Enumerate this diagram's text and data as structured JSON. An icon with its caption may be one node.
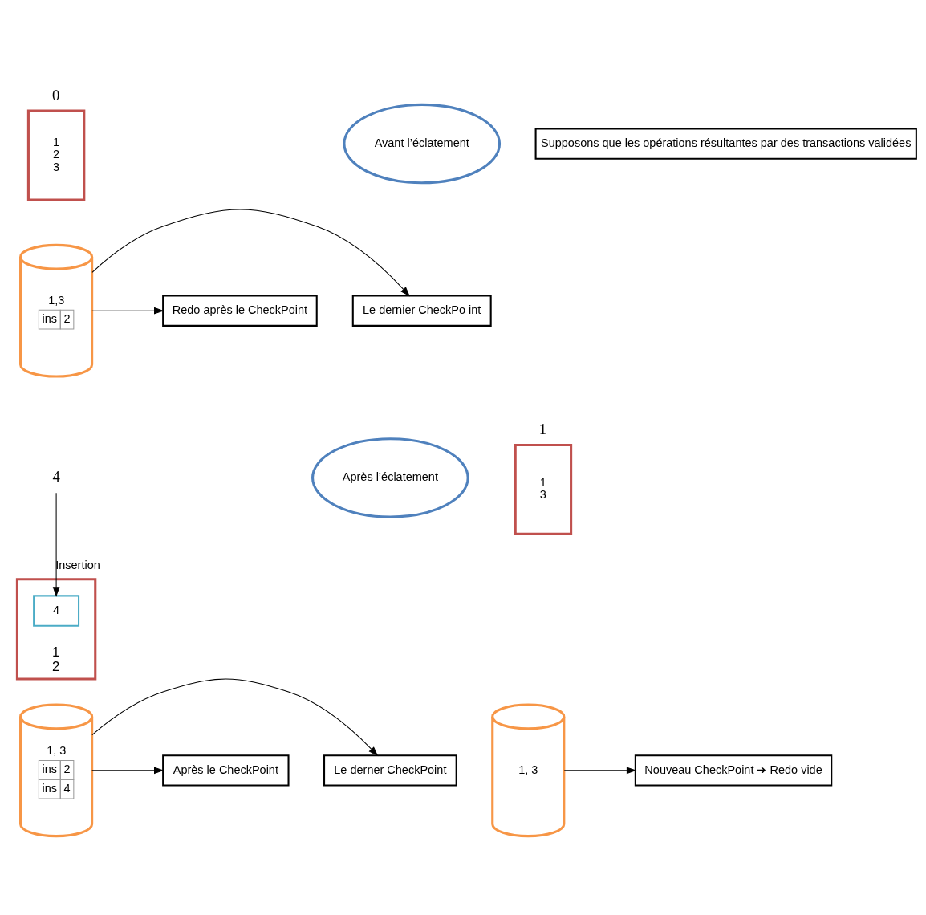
{
  "diagram": {
    "nodes": [
      {
        "text": [
          "0",
          "1 2 3"
        ]
      },
      {
        "text": [
          "Avant l’éclatement"
        ]
      },
      {
        "text": [
          "Supposons que les opérations résultantes par des transactions validées"
        ]
      },
      {
        "text": [
          "1,3",
          "ins",
          "2"
        ]
      },
      {
        "text": [
          "Le dernier CheckPo int"
        ]
      },
      {
        "text": [
          "Redo après le CheckPoint"
        ]
      },
      {
        "text": [
          "1",
          "2"
        ]
      },
      {
        "text": [
          "4"
        ]
      },
      {
        "text": [
          "4"
        ],
        "in": 6
      },
      {
        "text": [
          "Après l’éclatement"
        ]
      },
      {
        "text": [
          "1",
          "1 3"
        ]
      },
      {
        "text": [
          "1, 3",
          "ins",
          "2",
          "ins",
          "4"
        ]
      },
      {
        "text": [
          "Le derner CheckPoint"
        ]
      },
      {
        "text": [
          "Après le CheckPoint"
        ]
      },
      {
        "text": [
          "1, 3"
        ]
      },
      {
        "text": [
          "Nouveau CheckPoint ➔ Redo vide"
        ]
      }
    ],
    "edges": [
      {
        "from": 3,
        "to": 4,
        "arrow": "to"
      },
      {
        "from": 3,
        "to": 5,
        "arrow": "to"
      },
      {
        "from": 7,
        "to": 8,
        "arrow": "to",
        "label": "Insertion"
      },
      {
        "from": 11,
        "to": 12,
        "arrow": "to"
      },
      {
        "from": 11,
        "to": 13,
        "arrow": "to"
      },
      {
        "from": 14,
        "to": 15,
        "arrow": "to"
      }
    ]
  }
}
